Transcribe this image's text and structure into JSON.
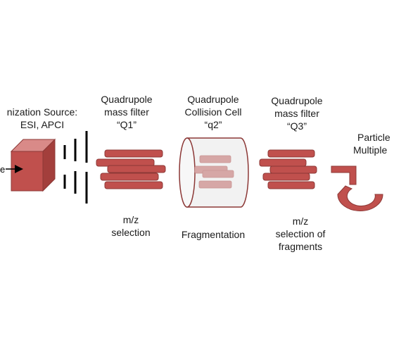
{
  "source": {
    "line1": "nization Source:",
    "line2": "ESI, APCI",
    "entry_mark": "e"
  },
  "q1": {
    "line1": "Quadrupole",
    "line2": "mass filter",
    "line3": "“Q1”",
    "bottom1": "m/z",
    "bottom2": "selection"
  },
  "q2": {
    "line1": "Quadrupole",
    "line2": "Collision Cell",
    "line3": "“q2”",
    "bottom1": "Fragmentation"
  },
  "q3": {
    "line1": "Quadrupole",
    "line2": "mass filter",
    "line3": "“Q3”",
    "bottom1": "m/z",
    "bottom2": "selection of",
    "bottom3": "fragments"
  },
  "detector": {
    "line1": "Particle",
    "line2": "Multiple"
  },
  "colors": {
    "rod": "#c0504d",
    "rod_edge": "#8c3836",
    "cube_front": "#c0504d",
    "cube_top": "#d98a88",
    "cube_side": "#a33f3c",
    "cell_fill": "#f2f2f2",
    "cell_inner_rod": "#d6a7a6"
  }
}
